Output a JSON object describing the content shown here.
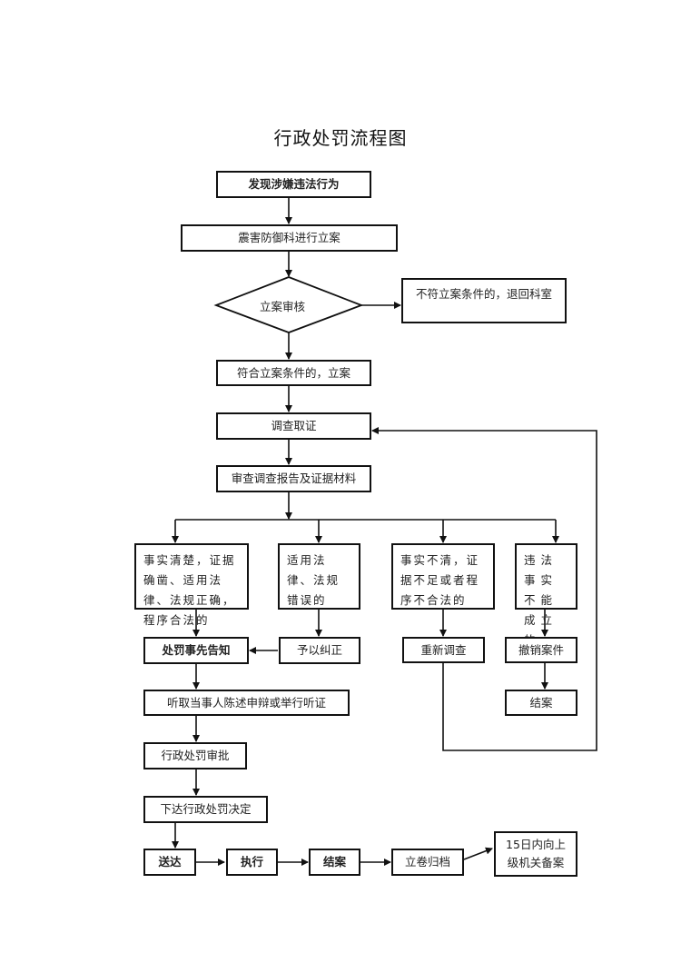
{
  "title": "行政处罚流程图",
  "nodes": {
    "discover": "发现涉嫌违法行为",
    "register_dept": "震害防御科进行立案",
    "review": "立案审核",
    "reject": "不符立案条件的，退回科室",
    "accept": "符合立案条件的，立案",
    "investigate": "调查取证",
    "examine": "审查调查报告及证据材料",
    "branch_clear": "事实清楚，证据确凿、适用法律、法规正确，程序合法的",
    "branch_law_error": "适用法律、法规错误的",
    "branch_unclear": "事实不清，证据不足或者程序不合法的",
    "branch_not_established": "违法事实不能成立的",
    "prior_notice": "处罚事先告知",
    "correct": "予以纠正",
    "reinvestigate": "重新调查",
    "revoke": "撤销案件",
    "close_revoked": "结案",
    "hearing": "听取当事人陈述申辩或举行听证",
    "approval": "行政处罚审批",
    "issue_decision": "下达行政处罚决定",
    "deliver": "送达",
    "execute": "执行",
    "close_case": "结案",
    "archive": "立卷归档",
    "file_record": "15日内向上级机关备案"
  }
}
